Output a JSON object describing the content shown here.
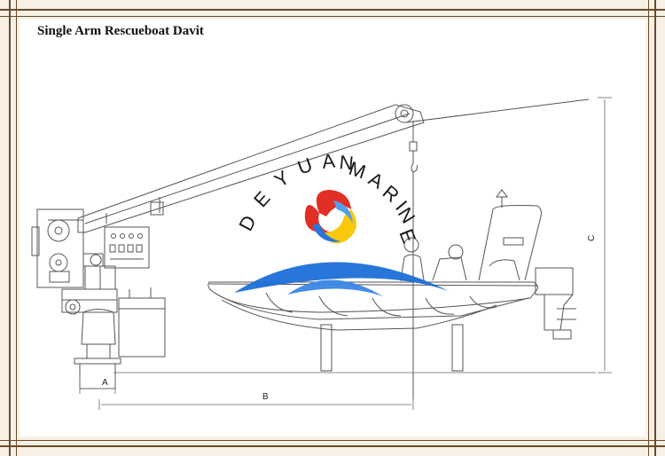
{
  "title": "Single Arm Rescueboat Davit",
  "watermark": {
    "letters": [
      "D",
      "E",
      "Y",
      "U",
      "A",
      "N",
      "M",
      "A",
      "R",
      "I",
      "N",
      "E"
    ],
    "colors": {
      "red": "#e2231a",
      "yellow": "#f7c600",
      "blue": "#1e6fd9"
    }
  },
  "dimensions": {
    "a": "A",
    "b": "B",
    "c": "C"
  },
  "colors": {
    "frame": "#6b4a2a",
    "background": "#f6f1e4",
    "drawing": "#555555"
  }
}
